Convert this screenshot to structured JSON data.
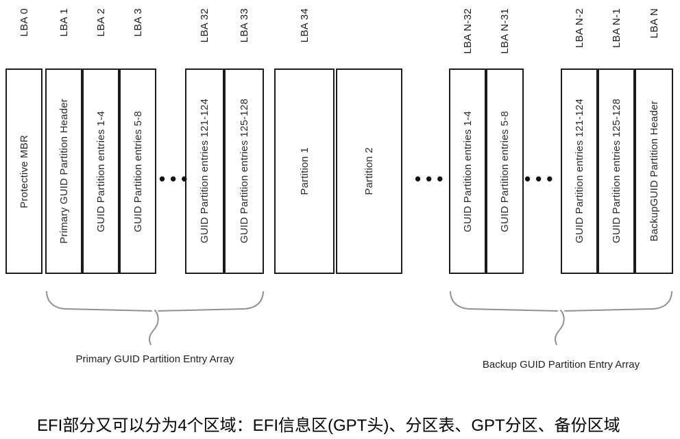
{
  "diagram": {
    "boxes": [
      {
        "lba": "LBA 0",
        "label": "Protective MBR"
      },
      {
        "lba": "LBA 1",
        "label": "Primary GUID Partition Header"
      },
      {
        "lba": "LBA 2",
        "label": "GUID Partition entries 1-4"
      },
      {
        "lba": "LBA 3",
        "label": "GUID Partition entries 5-8"
      },
      {
        "lba": "LBA 32",
        "label": "GUID Partition entries 121-124"
      },
      {
        "lba": "LBA 33",
        "label": "GUID Partition entries 125-128"
      },
      {
        "lba": "LBA 34",
        "label": "Partition 1"
      },
      {
        "lba": "",
        "label": "Partition 2"
      },
      {
        "lba": "LBA N-32",
        "label": "GUID Partition entries 1-4"
      },
      {
        "lba": "LBA N-31",
        "label": "GUID Partition entries 5-8"
      },
      {
        "lba": "LBA N-2",
        "label": "GUID Partition entries 121-124"
      },
      {
        "lba": "LBA N-1",
        "label": "GUID Partition entries 125-128"
      },
      {
        "lba": "LBA N",
        "label": "BackupGUID Partition Header"
      }
    ],
    "ellipsis": "•••",
    "braces": {
      "primary": "Primary GUID Partition Entry Array",
      "backup": "Backup GUID Partition Entry Array"
    },
    "caption": "EFI部分又可以分为4个区域：EFI信息区(GPT头)、分区表、GPT分区、备份区域"
  }
}
